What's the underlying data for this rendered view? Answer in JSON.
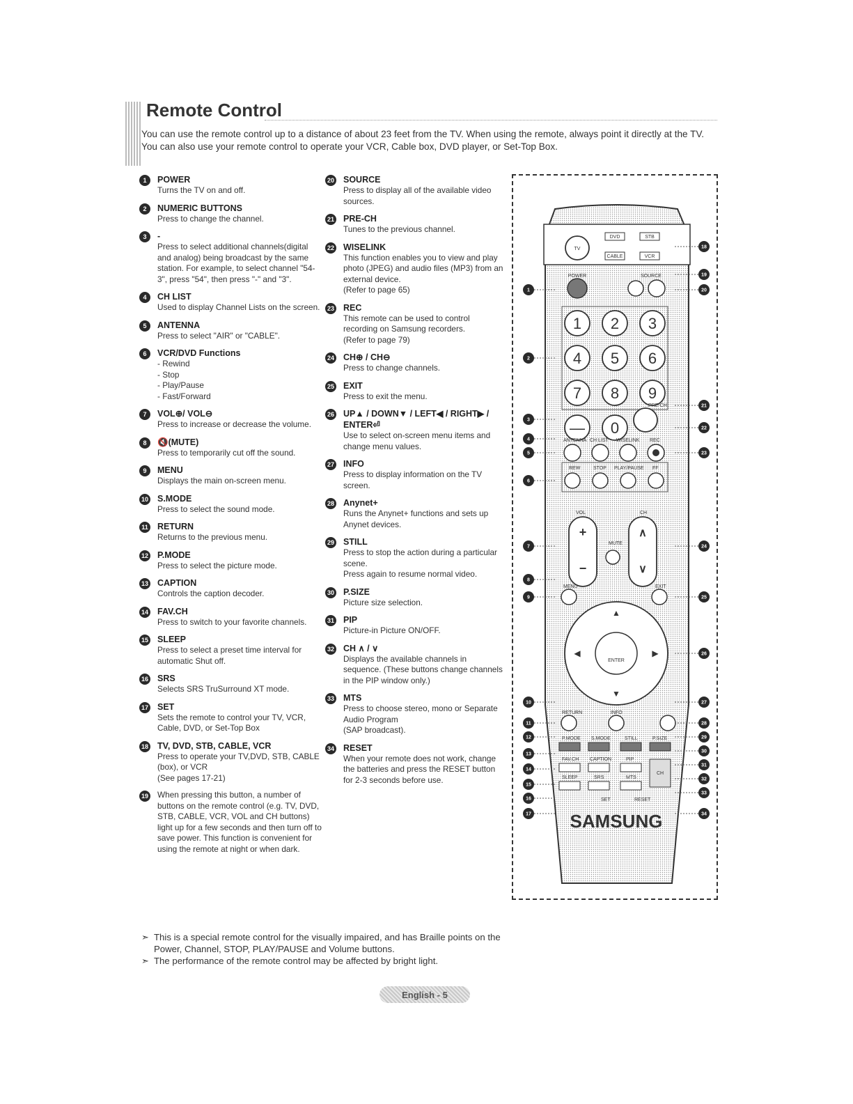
{
  "header": {
    "title": "Remote Control",
    "intro": "You can use the remote control up to a distance of about 23 feet from the TV. When using the remote, always point it directly at the TV. You can also use your remote control to operate your VCR, Cable box, DVD player, or Set-Top Box."
  },
  "items": [
    {
      "n": "1",
      "title": "POWER",
      "body": "Turns the TV on and off."
    },
    {
      "n": "2",
      "title": "NUMERIC BUTTONS",
      "body": "Press to change the channel."
    },
    {
      "n": "3",
      "title": "-",
      "body": "Press to select additional channels(digital and analog) being broadcast by the same station. For example, to select channel \"54-3\", press \"54\", then press \"-\" and \"3\"."
    },
    {
      "n": "4",
      "title": "CH LIST",
      "body": "Used to display Channel Lists on the screen."
    },
    {
      "n": "5",
      "title": "ANTENNA",
      "body": "Press to select \"AIR\" or \"CABLE\"."
    },
    {
      "n": "6",
      "title": "VCR/DVD Functions",
      "body": "- Rewind\n- Stop\n- Play/Pause\n- Fast/Forward"
    },
    {
      "n": "7",
      "title": "VOL⊕/ VOL⊖",
      "body": "Press to increase or decrease the volume."
    },
    {
      "n": "8",
      "title": "🔇(MUTE)",
      "body": "Press to temporarily cut off the sound."
    },
    {
      "n": "9",
      "title": "MENU",
      "body": "Displays the main on-screen menu."
    },
    {
      "n": "10",
      "title": "S.MODE",
      "body": "Press to select the sound mode."
    },
    {
      "n": "11",
      "title": "RETURN",
      "body": "Returns to the previous menu."
    },
    {
      "n": "12",
      "title": "P.MODE",
      "body": "Press to select the picture mode."
    },
    {
      "n": "13",
      "title": "CAPTION",
      "body": "Controls the caption decoder."
    },
    {
      "n": "14",
      "title": "FAV.CH",
      "body": "Press to switch to your favorite channels."
    },
    {
      "n": "15",
      "title": "SLEEP",
      "body": "Press to select a preset time interval for automatic Shut off."
    },
    {
      "n": "16",
      "title": "SRS",
      "body": "Selects SRS TruSurround XT mode."
    },
    {
      "n": "17",
      "title": "SET",
      "body": "Sets the remote to control your TV, VCR, Cable, DVD, or Set-Top Box"
    },
    {
      "n": "18",
      "title": "TV, DVD, STB, CABLE, VCR",
      "body": "Press to operate your TV,DVD, STB, CABLE (box), or VCR\n(See pages 17-21)"
    },
    {
      "n": "19",
      "title": "",
      "body": "When pressing this button, a number of buttons on the remote control (e.g. TV, DVD, STB, CABLE, VCR, VOL and CH buttons) light up for a few seconds and then turn off to save power. This function is convenient for using the remote at night or when dark."
    },
    {
      "n": "20",
      "title": "SOURCE",
      "body": "Press to display all of the available video sources."
    },
    {
      "n": "21",
      "title": "PRE-CH",
      "body": "Tunes to the previous channel."
    },
    {
      "n": "22",
      "title": "WISELINK",
      "body": "This function enables you to view and play photo (JPEG) and audio files (MP3) from an external device.\n(Refer to page 65)"
    },
    {
      "n": "23",
      "title": "REC",
      "body": "This remote can be used to control recording on Samsung recorders.\n(Refer to page 79)"
    },
    {
      "n": "24",
      "title": "CH⊕ / CH⊖",
      "body": "Press to change channels."
    },
    {
      "n": "25",
      "title": "EXIT",
      "body": "Press to exit the menu."
    },
    {
      "n": "26",
      "title": "UP▲ / DOWN▼ / LEFT◀ / RIGHT▶ / ENTER⏎",
      "body": "Use to select on-screen menu items and change menu values."
    },
    {
      "n": "27",
      "title": "INFO",
      "body": "Press to display information on the TV screen."
    },
    {
      "n": "28",
      "title": "Anynet+",
      "body": "Runs the Anynet+ functions and sets up Anynet devices."
    },
    {
      "n": "29",
      "title": "STILL",
      "body": "Press to stop the action during a particular scene.\nPress again to resume normal video."
    },
    {
      "n": "30",
      "title": "P.SIZE",
      "body": "Picture size selection."
    },
    {
      "n": "31",
      "title": "PIP",
      "body": "Picture-in Picture ON/OFF."
    },
    {
      "n": "32",
      "title": "CH ∧ / ∨",
      "body": "Displays the available channels in sequence. (These buttons change channels in the PIP window only.)"
    },
    {
      "n": "33",
      "title": "MTS",
      "body": "Press to choose stereo, mono or Separate Audio Program\n(SAP broadcast)."
    },
    {
      "n": "34",
      "title": "RESET",
      "body": "When your remote does not work, change the batteries and press the RESET button for 2-3 seconds before use."
    }
  ],
  "notes": [
    "This is a special remote control for the visually impaired, and has Braille points on the Power, Channel, STOP, PLAY/PAUSE and Volume buttons.",
    "The performance of the remote control may be affected by bright light."
  ],
  "footer": "English - 5",
  "remote": {
    "tv": "TV",
    "dvd": "DVD",
    "stb": "STB",
    "cable": "CABLE",
    "vcr": "VCR",
    "power": "POWER",
    "source": "SOURCE",
    "prech": "PRE-CH",
    "antenna": "ANTENNA",
    "chlist": "CH LIST",
    "wiselink": "WISELINK",
    "rec": "REC",
    "rew": "REW",
    "stop": "STOP",
    "playpause": "PLAY/PAUSE",
    "ff": "FF",
    "vol": "VOL",
    "ch": "CH",
    "mute": "MUTE",
    "menu": "MENU",
    "exit": "EXIT",
    "enter": "ENTER",
    "return": "RETURN",
    "info": "INFO",
    "pmode": "P.MODE",
    "smode": "S.MODE",
    "still": "STILL",
    "psize": "P.SIZE",
    "favch": "FAV.CH",
    "caption": "CAPTION",
    "pip": "PIP",
    "sleep": "SLEEP",
    "srs": "SRS",
    "mts": "MTS",
    "chsmall": "CH",
    "set": "SET",
    "reset": "RESET",
    "brand": "SAMSUNG",
    "numbers": [
      "1",
      "2",
      "3",
      "4",
      "5",
      "6",
      "7",
      "8",
      "9",
      "—",
      "0"
    ]
  }
}
